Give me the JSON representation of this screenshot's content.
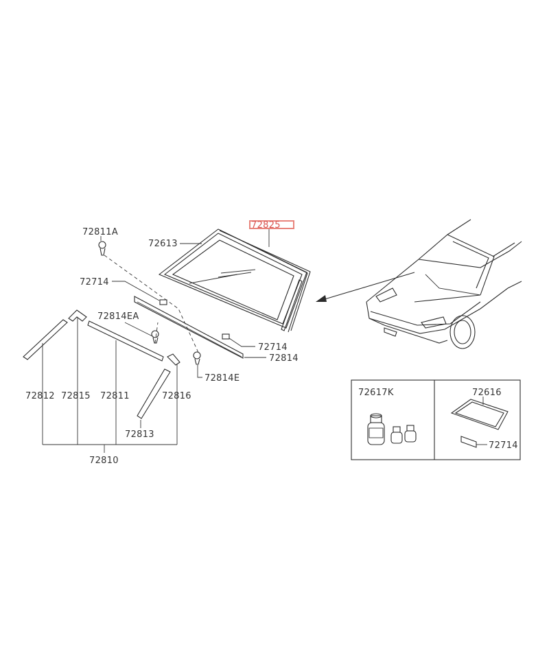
{
  "colors": {
    "line": "#2b2b2b",
    "highlight": "#e8847c",
    "highlight_text": "#d9534f"
  },
  "labels": {
    "p72811A": "72811A",
    "p72613": "72613",
    "p72825": "72825",
    "p72714_a": "72714",
    "p72814EA": "72814EA",
    "p72714_b": "72714",
    "p72814": "72814",
    "p72814E": "72814E",
    "p72812": "72812",
    "p72815": "72815",
    "p72811": "72811",
    "p72816": "72816",
    "p72813": "72813",
    "p72810": "72810",
    "p72617K": "72617K",
    "p72616": "72616",
    "p72714_c": "72714"
  },
  "highlighted_part": "72825"
}
